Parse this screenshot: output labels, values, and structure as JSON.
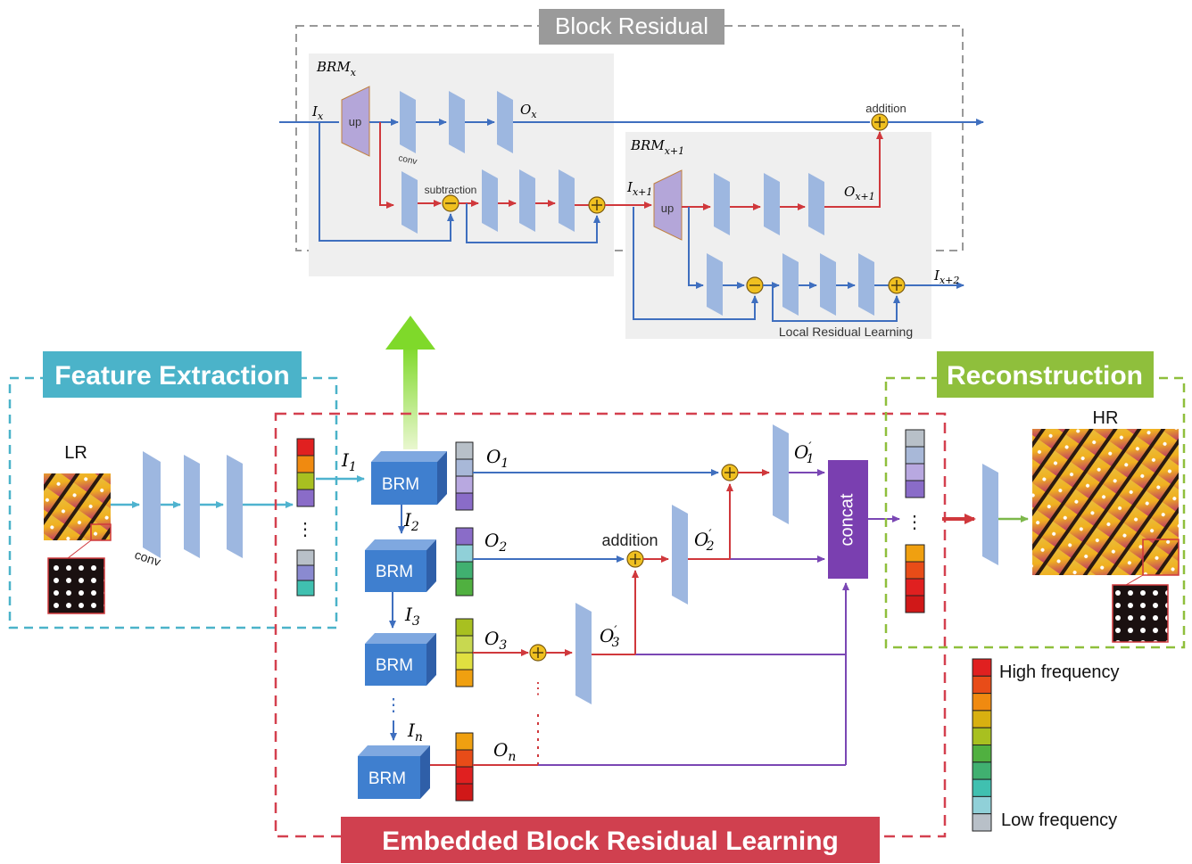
{
  "colors": {
    "blue_line": "#3f6fbf",
    "red_line": "#d0383c",
    "purple_line": "#7a47b4",
    "teal_line": "#4fb3cf",
    "green_line": "#7db84a",
    "conv_layer": "#9db7e0",
    "brm_block": "#3f7fcf",
    "up_block": "#b4a6d9",
    "add_node": "#f0c020",
    "feature_border": "#4bb3c9",
    "embedded_border": "#d4404f",
    "recon_border": "#8fbf3c",
    "block_residual_border": "#999999",
    "concat": "#7a3fb0"
  },
  "block_residual": {
    "title": "Block Residual",
    "brm_x": {
      "label": "BRM",
      "label_sub": "x",
      "input": "I",
      "input_sub": "x",
      "up": "up",
      "conv": "conv",
      "output": "O",
      "output_sub": "x",
      "subtraction": "subtraction"
    },
    "addition": "addition",
    "brm_x1": {
      "label": "BRM",
      "label_sub": "x+1",
      "input": "I",
      "input_sub": "x+1",
      "up": "up",
      "output": "O",
      "output_sub": "x+1",
      "next_input": "I",
      "next_input_sub": "x+2",
      "local_residual": "Local Residual Learning"
    }
  },
  "feature_extraction": {
    "title": "Feature Extraction",
    "lr_label": "LR",
    "conv_label": "conv",
    "vdots": "⋮"
  },
  "embedded": {
    "title": "Embedded Block Residual Learning",
    "brm_label": "BRM",
    "inputs": [
      {
        "main": "I",
        "sub": "1"
      },
      {
        "main": "I",
        "sub": "2"
      },
      {
        "main": "I",
        "sub": "3"
      },
      {
        "main": "I",
        "sub": "n"
      }
    ],
    "outputs": [
      {
        "main": "O",
        "sub": "1"
      },
      {
        "main": "O",
        "sub": "2"
      },
      {
        "main": "O",
        "sub": "3"
      },
      {
        "main": "O",
        "sub": "n"
      }
    ],
    "primed": [
      {
        "main": "O",
        "sub": "1",
        "sup": "′"
      },
      {
        "main": "O",
        "sub": "2",
        "sup": "′"
      },
      {
        "main": "O",
        "sub": "3",
        "sup": "′"
      }
    ],
    "addition": "addition",
    "concat": "concat",
    "vdots": "⋮"
  },
  "reconstruction": {
    "title": "Reconstruction",
    "hr_label": "HR",
    "vdots": "⋮"
  },
  "frequency_legend": {
    "high": "High frequency",
    "low": "Low frequency",
    "colors": [
      "#e02020",
      "#e84c18",
      "#f08a10",
      "#d8b010",
      "#a8c020",
      "#50b040",
      "#40b070",
      "#40c0b0",
      "#90d0d8",
      "#b8c0c8"
    ]
  }
}
